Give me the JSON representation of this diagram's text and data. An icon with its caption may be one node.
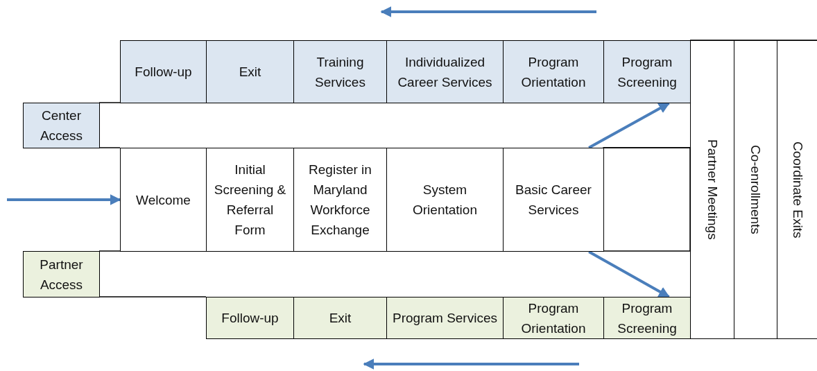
{
  "diagram": {
    "nodes": [
      {
        "text": [
          "Center Access"
        ]
      },
      {
        "text": [
          "Follow-up"
        ]
      },
      {
        "text": [
          "Exit"
        ]
      },
      {
        "text": [
          "Training Services"
        ]
      },
      {
        "text": [
          "Individualized Career Services"
        ]
      },
      {
        "text": [
          "Program Orientation"
        ]
      },
      {
        "text": [
          "Program Screening"
        ]
      },
      {
        "text": [
          "Welcome"
        ]
      },
      {
        "text": [
          "Initial Screening & Referral Form"
        ]
      },
      {
        "text": [
          "Register in Maryland Workforce Exchange"
        ]
      },
      {
        "text": [
          "System Orientation"
        ]
      },
      {
        "text": [
          "Basic Career Services"
        ]
      },
      {
        "text": [
          "Partner Access"
        ]
      },
      {
        "text": [
          "Follow-up"
        ]
      },
      {
        "text": [
          "Exit"
        ]
      },
      {
        "text": [
          "Program Services"
        ]
      },
      {
        "text": [
          "Program Orientation"
        ]
      },
      {
        "text": [
          "Program Screening"
        ]
      },
      {
        "text": [
          "Partner Meetings"
        ]
      },
      {
        "text": [
          "Co-enrollments"
        ]
      },
      {
        "text": [
          "Coordinate Exits"
        ]
      }
    ],
    "edges": [
      {
        "from": null,
        "to": 7,
        "arrow": "to"
      },
      {
        "from": 11,
        "to": 6,
        "arrow": "to"
      },
      {
        "from": 11,
        "to": 17,
        "arrow": "to"
      }
    ]
  }
}
